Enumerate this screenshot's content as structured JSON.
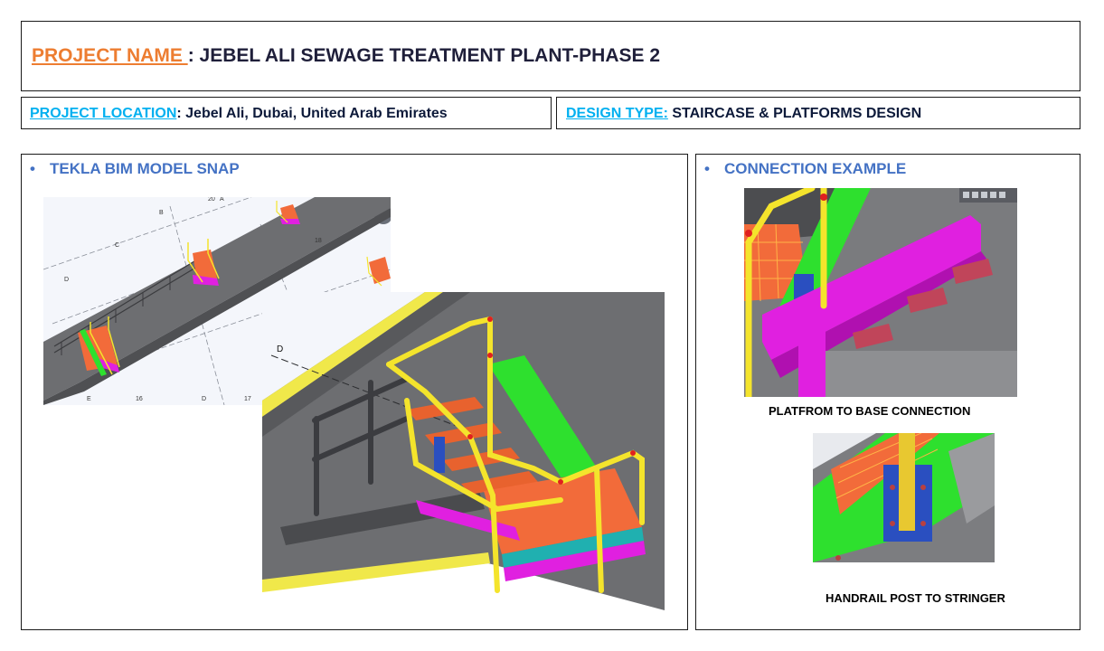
{
  "header": {
    "project_name_label": "PROJECT NAME ",
    "project_name_value": ": JEBEL ALI SEWAGE TREATMENT PLANT-PHASE 2",
    "location_label": "PROJECT LOCATION",
    "location_value": ": Jebel Ali, Dubai, United Arab Emirates",
    "design_type_label": "DESIGN TYPE",
    "design_type_colon": ":",
    "design_type_value": " STAIRCASE & PLATFORMS DESIGN"
  },
  "left_panel": {
    "bullet": "•",
    "title": "TEKLA BIM MODEL SNAP",
    "grid_labels": [
      "20",
      "A",
      "B",
      "C",
      "D",
      "18",
      "E",
      "16",
      "D",
      "17"
    ],
    "detail_grid_label": "D"
  },
  "right_panel": {
    "bullet": "•",
    "title": "CONNECTION EXAMPLE",
    "caption_1": "PLATFROM TO BASE CONNECTION",
    "caption_2": "HANDRAIL POST TO STRINGER"
  },
  "colors": {
    "orange_label": "#ed7d31",
    "blue_label": "#00b0f0",
    "section_title": "#4472c4",
    "grating": "#f26b3a",
    "stringer": "#2ee02e",
    "beam": "#e020e0",
    "handrail": "#f4e42c",
    "plate": "#2a4fc0"
  }
}
